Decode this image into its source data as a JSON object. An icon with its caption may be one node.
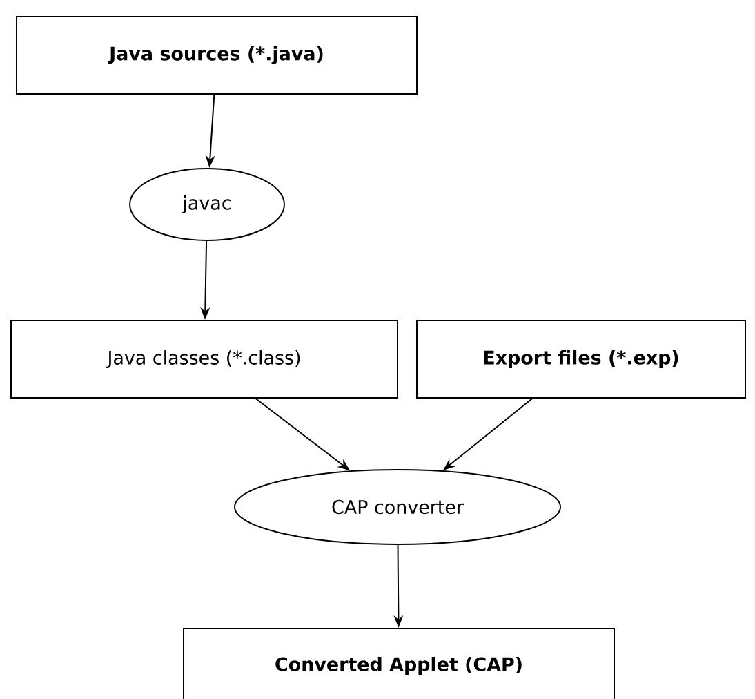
{
  "diagram": {
    "nodes": [
      {
        "text": [
          "Java sources (*.java)"
        ]
      },
      {
        "text": [
          "javac"
        ]
      },
      {
        "text": [
          "Java classes (*.class)"
        ]
      },
      {
        "text": [
          "Export files (*.exp)"
        ]
      },
      {
        "text": [
          "CAP converter"
        ]
      },
      {
        "text": [
          "Converted Applet (CAP)"
        ]
      }
    ],
    "edges": [
      {
        "from": 0,
        "to": 1,
        "arrow": "to"
      },
      {
        "from": 1,
        "to": 2,
        "arrow": "to"
      },
      {
        "from": 2,
        "to": 4,
        "arrow": "to"
      },
      {
        "from": 3,
        "to": 4,
        "arrow": "to"
      },
      {
        "from": 4,
        "to": 5,
        "arrow": "to"
      }
    ]
  }
}
